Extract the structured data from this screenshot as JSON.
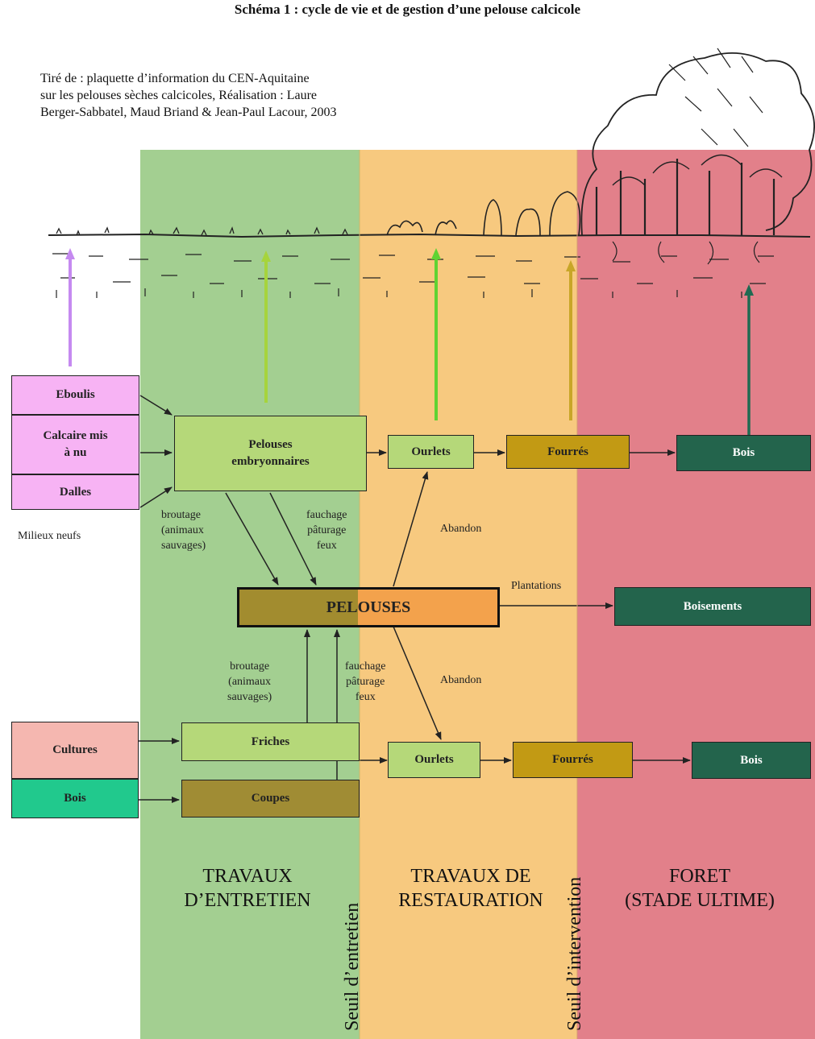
{
  "title": "Schéma 1 : cycle de vie et de gestion d’une pelouse calcicole",
  "credit": {
    "line1": "Tiré de : plaquette d’information du CEN-Aquitaine",
    "line2": "sur les pelouses sèches calcicoles, Réalisation : Laure",
    "line3": "Berger-Sabbatel, Maud Briand & Jean-Paul Lacour, 2003"
  },
  "sources": {
    "eboulis": "Eboulis",
    "calcaire_l1": "Calcaire mis",
    "calcaire_l2": "à nu",
    "dalles": "Dalles",
    "milieux_neufs": "Milieux neufs",
    "cultures": "Cultures",
    "bois": "Bois"
  },
  "stages": {
    "pelouses_emb_l1": "Pelouses",
    "pelouses_emb_l2": "embryonnaires",
    "ourlets": "Ourlets",
    "fourres": "Fourrés",
    "bois": "Bois",
    "pelouses": "PELOUSES",
    "boisements": "Boisements",
    "friches": "Friches",
    "coupes": "Coupes"
  },
  "labels": {
    "broutage": "broutage",
    "animaux": "(animaux",
    "sauvages": "sauvages)",
    "fauchage": "fauchage",
    "paturage": "pâturage",
    "feux": "feux",
    "abandon": "Abandon",
    "plantations": "Plantations"
  },
  "zones": {
    "entretien_l1": "TRAVAUX",
    "entretien_l2": "D’ENTRETIEN",
    "restauration_l1": "TRAVAUX DE",
    "restauration_l2": "RESTAURATION",
    "foret_l1": "FORET",
    "foret_l2": "(STADE ULTIME)",
    "seuil_entretien": "Seuil d’entretien",
    "seuil_intervention": "Seuil d’intervention"
  },
  "colors": {
    "zone_entretien": "#a3cf91",
    "zone_restauration": "#f7c97f",
    "zone_foret": "#e2808a"
  }
}
